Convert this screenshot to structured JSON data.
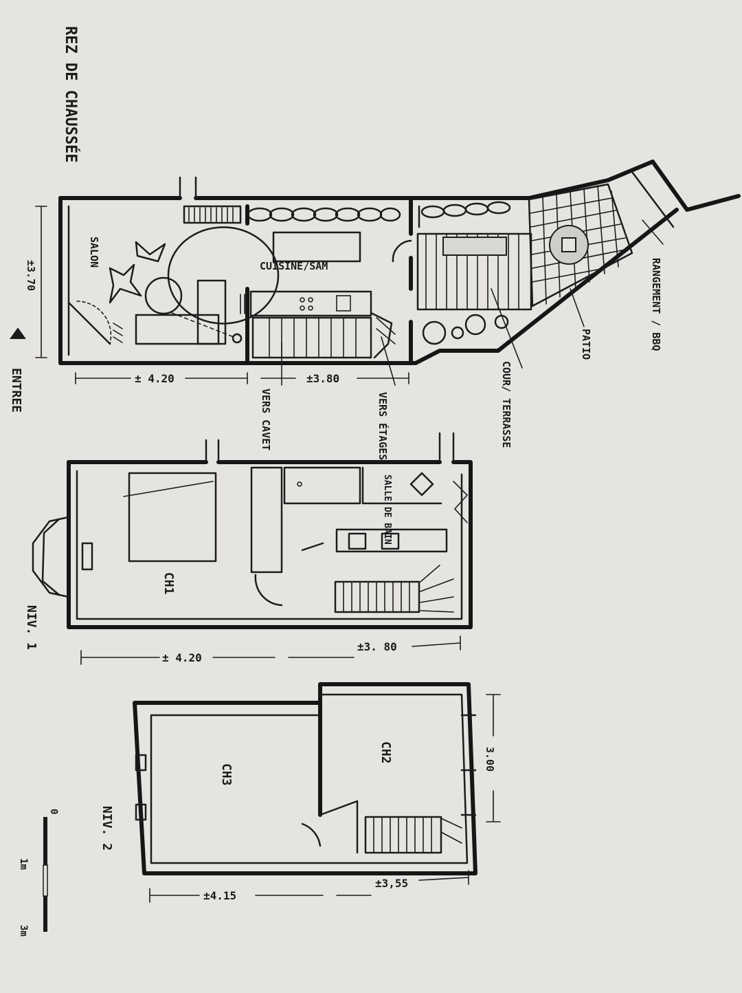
{
  "sheet": {
    "title": "REZ DE CHAUSSÉE",
    "entry_label": "ENTREE",
    "scale_bar": {
      "label_start": "0",
      "label_mid": "1m",
      "label_end": "3m"
    }
  },
  "ground_floor": {
    "rooms": {
      "salon": "SALON",
      "kitchen": "CUISINE/SAM",
      "cour_terrasse": "COUR/ TERRASSE",
      "patio": "PATIO",
      "storage": "RANGEMENT / BBQ"
    },
    "notes": {
      "to_cellar": "VERS CAVET",
      "to_floors": "VERS ÉTAGES"
    },
    "dims": {
      "width": "±3.70",
      "front_length": "± 4.20",
      "rear_length": "±3.80"
    }
  },
  "level_1": {
    "label": "NIV. 1",
    "rooms": {
      "bedroom": "CH1",
      "bathroom": "SALLE DE BAIN"
    },
    "dims": {
      "front_length": "± 4.20",
      "rear_length": "±3. 80"
    }
  },
  "level_2": {
    "label": "NIV. 2",
    "rooms": {
      "bedroom_3": "CH3",
      "bedroom_2": "CH2"
    },
    "dims": {
      "front_length": "±4.15",
      "rear_length": "±3,55",
      "width": "3.00"
    }
  }
}
